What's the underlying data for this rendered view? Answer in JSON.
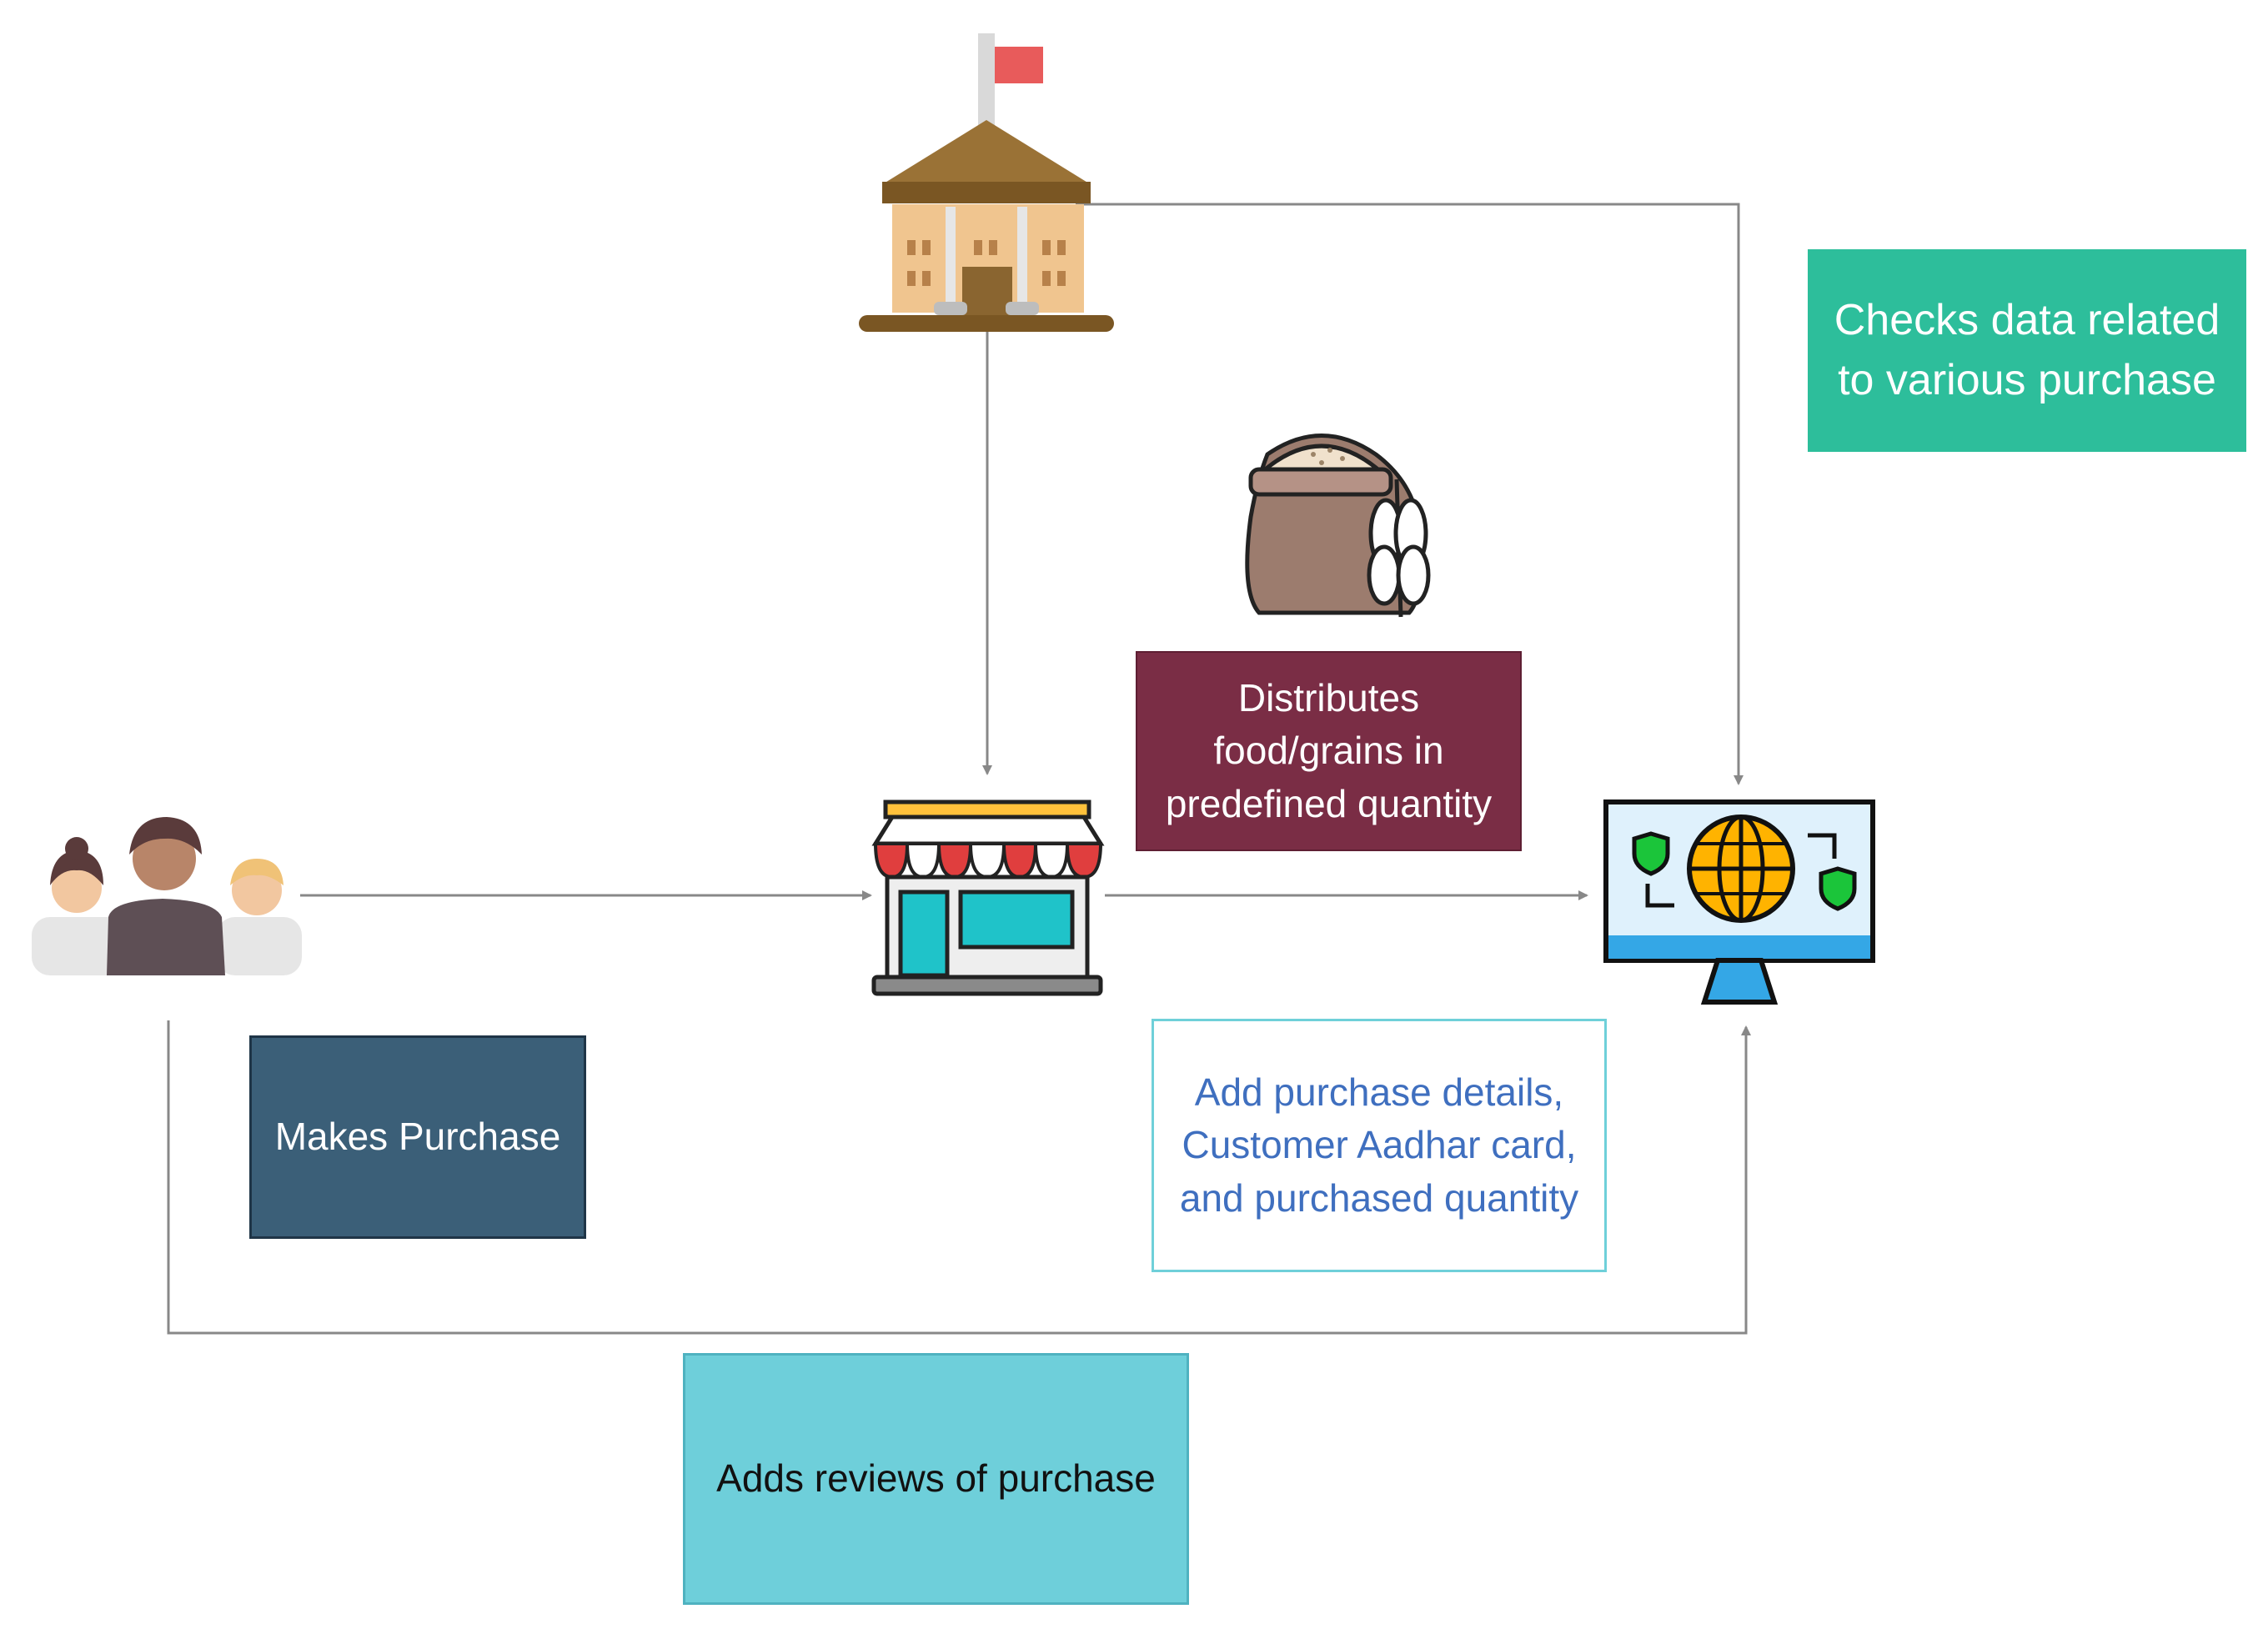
{
  "nodes": {
    "government": {
      "icon": "government-building-icon"
    },
    "grain_sack": {
      "icon": "grain-sack-icon"
    },
    "customers": {
      "icon": "customers-group-icon"
    },
    "ration_shop": {
      "icon": "ration-shop-icon"
    },
    "online_portal": {
      "icon": "online-portal-monitor-icon"
    }
  },
  "labels": {
    "checks": "Checks data related\nto various purchase",
    "distributes": "Distributes\nfood/grains in\npredefined quantity",
    "makes_purchase": "Makes Purchase",
    "add_details": "Add purchase details,\nCustomer Aadhar card,\nand purchased quantity",
    "reviews": "Adds reviews of purchase"
  },
  "colors": {
    "checks_fill": "#2dbe9b",
    "distributes_fill": "#7a2d45",
    "makes_purchase_fill": "#3b5f78",
    "add_details_border": "#6fd0d9",
    "add_details_text": "#3f6fbf",
    "reviews_fill": "#6ecfda",
    "connector": "#888888"
  }
}
